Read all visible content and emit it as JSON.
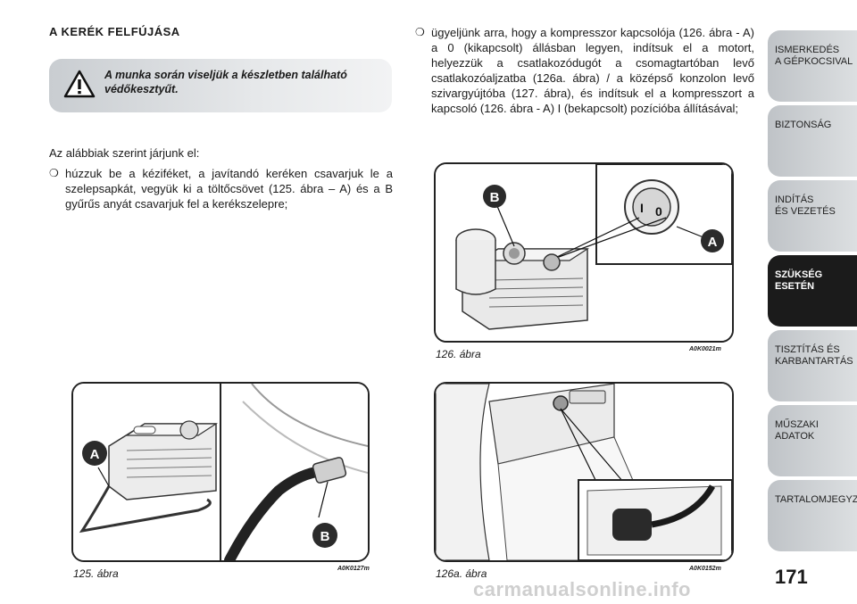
{
  "section_title": "A KERÉK FELFÚJÁSA",
  "warning": {
    "icon": "warning-triangle-icon",
    "text": "A munka során viseljük a készletben található védőkesztyűt."
  },
  "intro": "Az alábbiak szerint járjunk el:",
  "bullets": [
    {
      "mark": "❍",
      "text": "húzzuk be a kéziféket, a javítandó keréken csavarjuk le a szelepsapkát, vegyük ki a töltőcsövet (125. ábra – A) és a B gyűrűs anyát csavarjuk fel a kerékszelepre;"
    },
    {
      "mark": "❍",
      "text": "ügyeljünk arra, hogy a kompresszor kapcsolója (126. ábra - A) a 0 (kikapcsolt) állásban legyen, indítsuk el a motort, helyezzük a csatlakozódugót a csomagtartóban levő csatlakozóaljzatba (126a. ábra) / a középső konzolon levő szivargyújtóba (127. ábra), és indítsuk el a kompresszort a kapcsoló (126. ábra - A) I (bekapcsolt) pozícióba állításával;"
    }
  ],
  "figures": {
    "fig125": {
      "caption": "125. ábra",
      "code": "A0K0127m",
      "label_a": "A",
      "label_b": "B"
    },
    "fig126": {
      "caption": "126. ábra",
      "code": "A0K0021m",
      "label_a": "A",
      "label_b": "B",
      "switch_on": "I",
      "switch_off": "0"
    },
    "fig126a": {
      "caption": "126a. ábra",
      "code": "A0K0152m"
    }
  },
  "tabs": [
    {
      "label": "ISMERKEDÉS\nA GÉPKOCSIVAL",
      "active": false
    },
    {
      "label": "BIZTONSÁG",
      "active": false
    },
    {
      "label": "INDÍTÁS\nÉS VEZETÉS",
      "active": false
    },
    {
      "label": "SZÜKSÉG\nESETÉN",
      "active": true
    },
    {
      "label": "TISZTÍTÁS ÉS\nKARBANTARTÁS",
      "active": false
    },
    {
      "label": "MŰSZAKI\nADATOK",
      "active": false
    },
    {
      "label": "TARTALOMJEGYZÉK",
      "active": false
    }
  ],
  "page_number": "171",
  "watermark": "carmanualsonline.info",
  "colors": {
    "active_tab": "#1b1b1b",
    "tab": "#cfd2d5",
    "warning_box": "#dcdfe2"
  }
}
